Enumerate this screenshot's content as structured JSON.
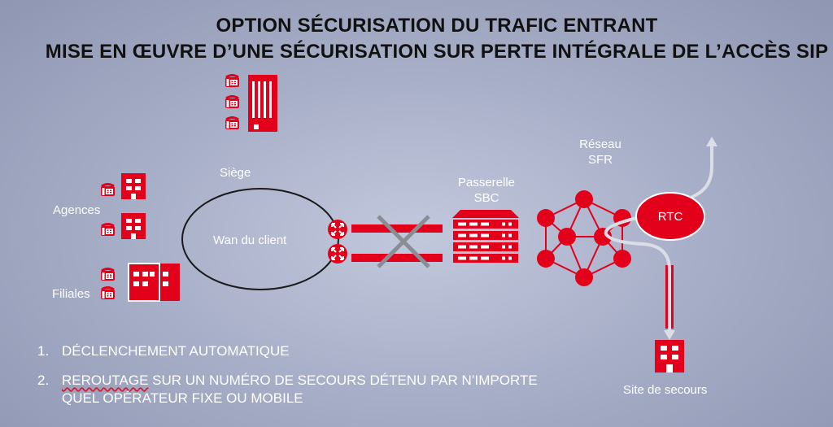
{
  "title": {
    "line1": "OPTION SÉCURISATION DU TRAFIC ENTRANT",
    "line2": "MISE EN ŒUVRE D’UNE SÉCURISATION SUR PERTE INTÉGRALE DE L’ACCÈS SIP"
  },
  "labels": {
    "siege": "Siège",
    "agences": "Agences",
    "filiales": "Filiales",
    "wan": "Wan du client",
    "passerelle_line1": "Passerelle",
    "passerelle_line2": "SBC",
    "reseau_line1": "Réseau",
    "reseau_line2": "SFR",
    "rtc": "RTC",
    "site_secours": "Site de secours"
  },
  "steps": [
    {
      "num": "1.",
      "text": "DÉCLENCHEMENT AUTOMATIQUE"
    },
    {
      "num": "2.",
      "underlined": "REROUTAGE",
      "text": " SUR UN NUMÉRO DE SECOURS DÉTENU PAR N’IMPORTE QUEL OPÉRATEUR FIXE OU MOBILE"
    }
  ],
  "colors": {
    "brand_red": "#e2001a",
    "line_dark": "#1a1a1a",
    "light_path": "#dcdde6"
  },
  "icons": [
    "phone-icon",
    "pbx-icon",
    "building-icon",
    "router-icon",
    "sbc-gateway-icon",
    "network-mesh-icon",
    "cross-icon"
  ]
}
